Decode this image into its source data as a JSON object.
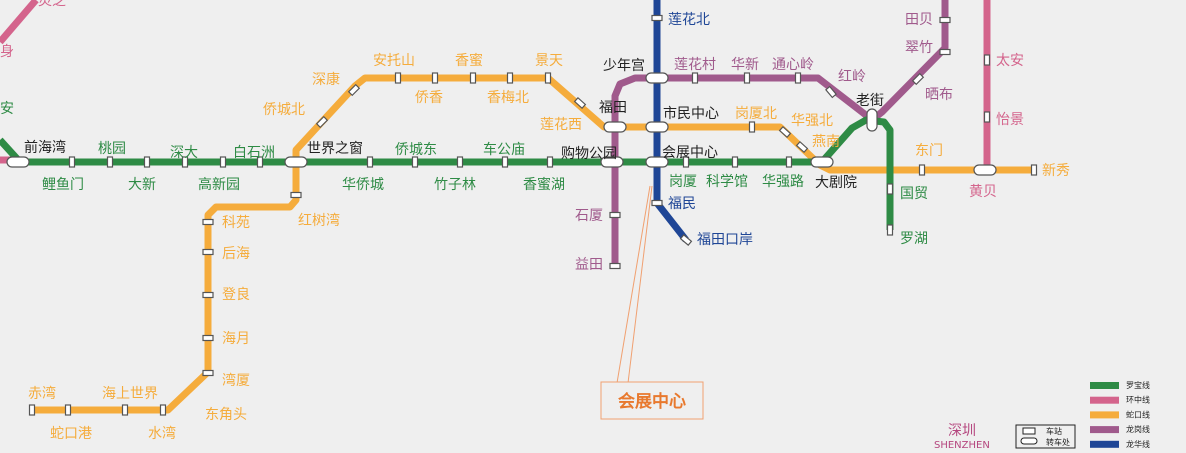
{
  "lines": [
    {
      "name": "罗宝线",
      "color": "#2e8b45",
      "stations": [
        "前海湾",
        "鲤鱼门",
        "桃园",
        "大新",
        "深大",
        "高新园",
        "白石洲",
        "世界之窗",
        "华侨城",
        "侨城东",
        "竹子林",
        "车公庙",
        "香蜜湖",
        "购物公园",
        "会展中心",
        "岗厦",
        "科学馆",
        "华强路",
        "大剧院",
        "老街",
        "国贸",
        "罗湖"
      ],
      "fragments": [
        "安"
      ]
    },
    {
      "name": "环中线",
      "color": "#d4648c",
      "stations": [
        "太安",
        "怡景",
        "黄贝"
      ],
      "fragments": [
        "灵芝",
        "身"
      ]
    },
    {
      "name": "蛇口线",
      "color": "#f5ac3c",
      "stations": [
        "赤湾",
        "蛇口港",
        "海上世界",
        "水湾",
        "东角头",
        "湾厦",
        "海月",
        "登良",
        "后海",
        "科苑",
        "红树湾",
        "侨城北",
        "深康",
        "安托山",
        "侨香",
        "香蜜",
        "香梅北",
        "景天",
        "莲花西",
        "福田",
        "市民中心",
        "岗厦北",
        "华强北",
        "燕南",
        "东门",
        "新秀"
      ]
    },
    {
      "name": "龙岗线",
      "color": "#a05a8c",
      "stations": [
        "益田",
        "石厦",
        "少年宫",
        "莲花村",
        "华新",
        "通心岭",
        "红岭",
        "晒布",
        "翠竹",
        "田贝"
      ]
    },
    {
      "name": "龙华线",
      "color": "#1f4696",
      "stations": [
        "莲花北",
        "福民",
        "福田口岸"
      ]
    }
  ],
  "interchange_label_color": "#222222",
  "callout": {
    "label": "会展中心",
    "color": "#e8792e"
  },
  "city": {
    "name_cn": "深圳",
    "name_en": "SHENZHEN",
    "color": "#b5477f"
  },
  "key": {
    "station": "车站",
    "interchange": "转车处"
  }
}
